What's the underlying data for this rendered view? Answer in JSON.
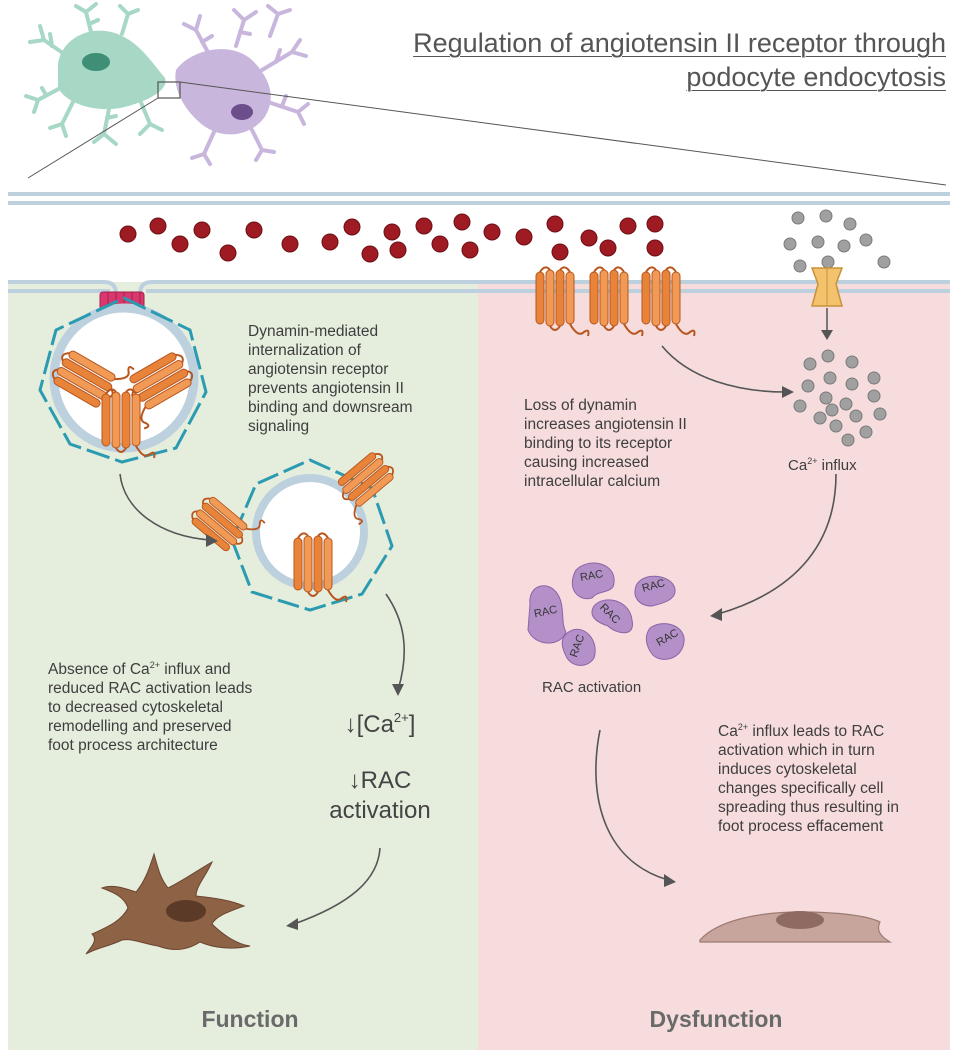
{
  "title": {
    "line1": "Regulation of angiotensin II receptor through",
    "line2": "podocyte endocytosis"
  },
  "left_panel": {
    "internalization_text": [
      "Dynamin-mediated",
      "internalization of",
      "angiotensin receptor",
      "prevents angiotensin II",
      "binding and downsream",
      "signaling"
    ],
    "absence_text": {
      "line1_pre": "Absence of Ca",
      "line1_sup": "2+",
      "line1_post": " influx and",
      "lines": [
        "reduced RAC activation leads",
        "to decreased cytoskeletal",
        "remodelling and preserved",
        "foot process architecture"
      ]
    },
    "ca_decrease": {
      "arrow": "↓",
      "pre": "[Ca",
      "sup": "2+",
      "post": "]"
    },
    "rac_decrease": {
      "arrow": "↓",
      "line1": "RAC",
      "line2": "activation"
    },
    "footer": "Function"
  },
  "right_panel": {
    "dynamin_loss_text": [
      "Loss of dynamin",
      "increases angiotensin II",
      "binding to its receptor",
      "causing increased",
      "intracellular calcium"
    ],
    "ca_influx_label": {
      "pre": "Ca",
      "sup": "2+",
      "post": " influx"
    },
    "rac_badge": "RAC",
    "rac_activation_label": "RAC activation",
    "effacement_text": {
      "line1_pre": "Ca",
      "line1_sup": "2+",
      "line1_post": " influx leads to RAC",
      "lines": [
        "activation which in turn",
        "induces cytoskeletal",
        "changes specifically cell",
        "spreading thus resulting in",
        "foot process effacement"
      ]
    },
    "footer": "Dysfunction"
  },
  "colors": {
    "left_bg": "#e5eddd",
    "right_bg": "#f6dcdd",
    "membrane": "#bcd0de",
    "angiotensin": "#9e1b23",
    "calcium": "#a0a0a0",
    "receptor": "#e8833a",
    "channel": "#f2c26c",
    "rac": "#b490c9",
    "clathrin": "#2a9bb0",
    "dynamin": "#d9386e",
    "healthy_cell": "#8d6245",
    "effaced_cell": "#c8a59c",
    "podocyte_green": "#a7d7c5",
    "podocyte_purple": "#c9b6dc"
  }
}
